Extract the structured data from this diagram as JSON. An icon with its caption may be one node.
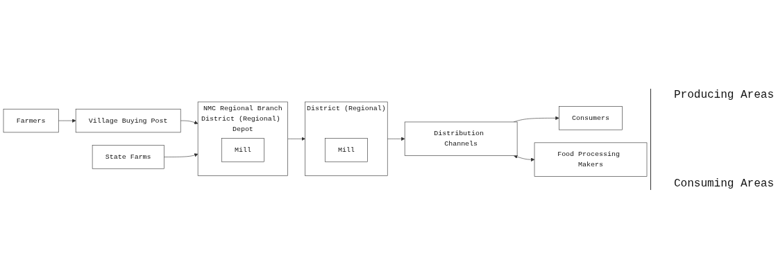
{
  "diagram": {
    "nodes": [
      {
        "text": [
          "Farmers"
        ]
      },
      {
        "text": [
          "Village Buying Post"
        ]
      },
      {
        "text": [
          "State Farms"
        ]
      },
      {
        "text": [
          "NMC Regional Branch",
          "District (Regional) Depot"
        ]
      },
      {
        "text": [
          "Mill"
        ],
        "in": 3
      },
      {
        "text": [
          "District (Regional)"
        ]
      },
      {
        "text": [
          "Mill"
        ],
        "in": 5
      },
      {
        "text": [
          "Distribution Channels"
        ]
      },
      {
        "text": [
          "Consumers"
        ]
      },
      {
        "text": [
          "Food Processing Makers"
        ]
      }
    ],
    "edges": [
      {
        "from": 0,
        "to": 1,
        "arrow": "to"
      },
      {
        "from": 1,
        "to": 3,
        "arrow": "to"
      },
      {
        "from": 2,
        "to": 3,
        "arrow": "to"
      },
      {
        "from": 3,
        "to": 5,
        "arrow": "to"
      },
      {
        "from": 5,
        "to": 7,
        "arrow": "to"
      },
      {
        "from": 7,
        "to": 8,
        "arrow": "to"
      },
      {
        "from": 7,
        "to": 9,
        "arrow": "both"
      }
    ],
    "labels": [
      "Producing Areas",
      "Consuming Areas"
    ]
  }
}
